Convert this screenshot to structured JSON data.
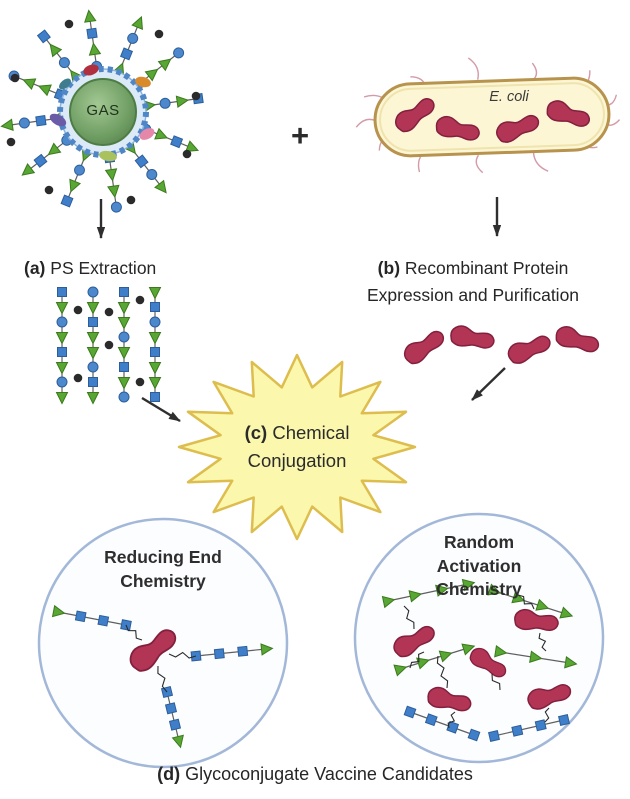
{
  "figure": {
    "organisms": {
      "gas_label": "GAS",
      "plus_sign": "+",
      "ecoli_label": "E. coli"
    },
    "steps": {
      "a": {
        "prefix": "(a)",
        "title": "PS Extraction"
      },
      "b": {
        "prefix": "(b)",
        "title": "Recombinant Protein Expression and Purification"
      },
      "c": {
        "prefix": "(c)",
        "line1": "Chemical",
        "line2": "Conjugation"
      },
      "d": {
        "prefix": "(d)",
        "title": "Glycoconjugate Vaccine Candidates"
      }
    },
    "conjugation_methods": {
      "left_title": "Reducing End Chemistry",
      "right_title": "Random Activation Chemistry"
    },
    "glyphs": {
      "sugar_square_icon": "blue-square",
      "sugar_circle_icon": "blue-circle",
      "sugar_triangle_icon": "green-triangle",
      "black_dot_icon": "black-circle",
      "protein_icon": "maroon-bean-blob"
    },
    "legend_colors": {
      "polysaccharide_triangle": "#58a633",
      "sugar_square": "#3f7fca",
      "sugar_circle": "#4d88cd",
      "protein": "#b23556",
      "starburst_fill": "#fbf7ad",
      "starburst_stroke": "#ddbd4e",
      "circle_stroke": "#a3b8d8",
      "gas_body": "#6f9e63",
      "ecoli_fill": "#fcf6d5",
      "ecoli_stroke": "#b8934e"
    }
  }
}
